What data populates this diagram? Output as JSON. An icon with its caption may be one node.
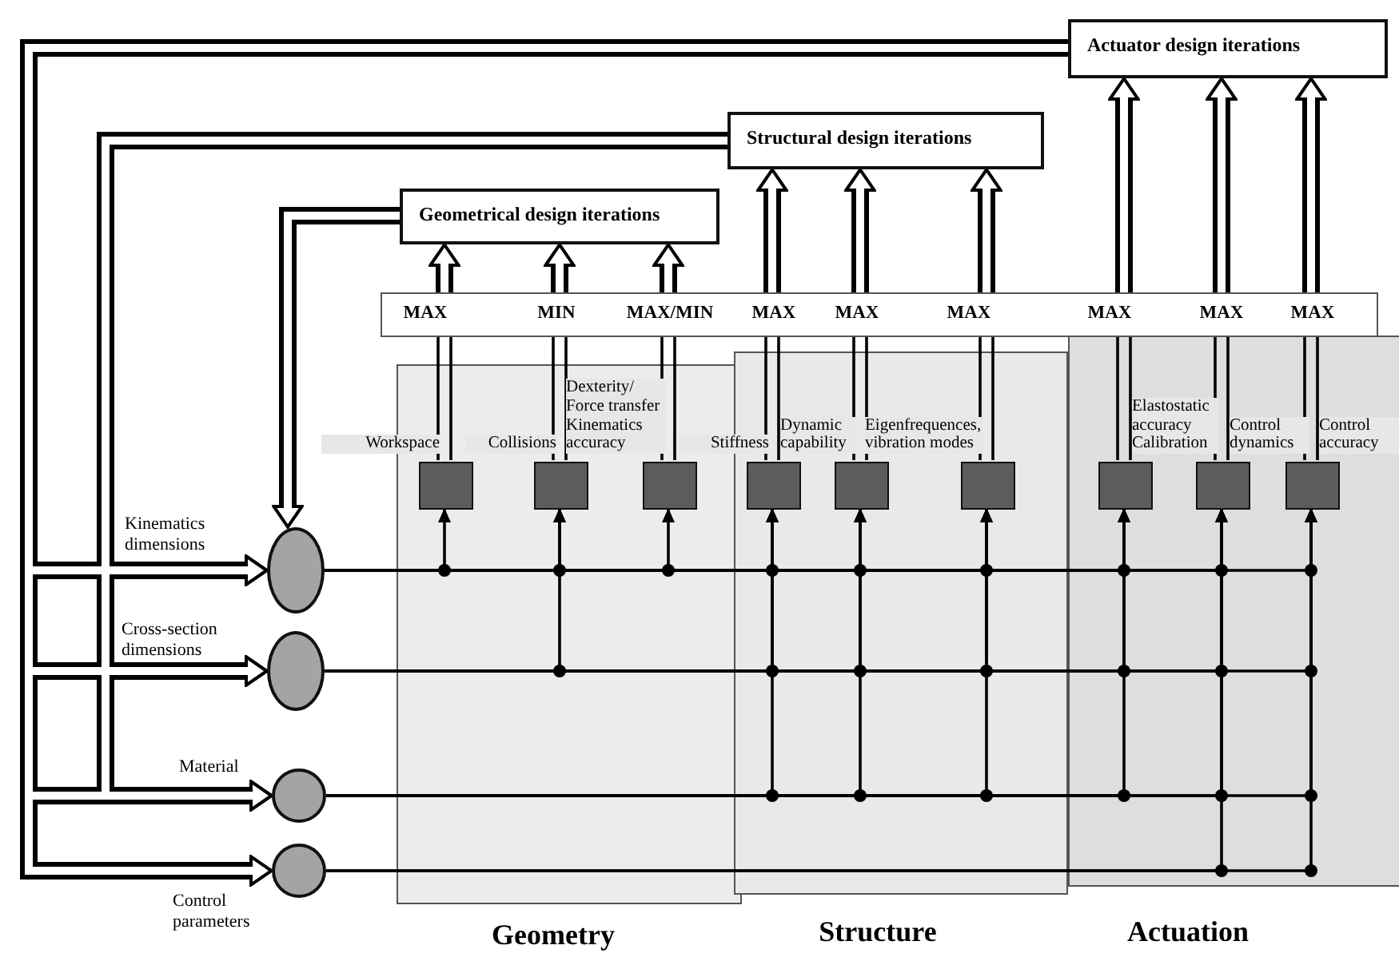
{
  "diagram": {
    "nodes": [
      {
        "text": [
          "Actuator design iterations"
        ]
      },
      {
        "text": [
          "Structural design iterations"
        ]
      },
      {
        "text": [
          "Geometrical design iterations"
        ]
      },
      {
        "text": [
          "MAX",
          "MIN",
          "MAX/MIN",
          "MAX",
          "MAX",
          "MAX",
          "MAX",
          "MAX",
          "MAX"
        ]
      },
      {
        "text": [
          "Geometry"
        ]
      },
      {
        "text": [],
        "shape": "box",
        "in": 4,
        "beside": [
          "Workspace"
        ]
      },
      {
        "text": [],
        "shape": "box",
        "in": 4,
        "beside": [
          "Collisions"
        ]
      },
      {
        "text": [],
        "shape": "box",
        "in": 4,
        "beside": [
          "Dexterity/ Force transfer Kinematics accuracy"
        ]
      },
      {
        "text": [
          "Structure"
        ]
      },
      {
        "text": [],
        "shape": "box",
        "in": 8,
        "beside": [
          "Stiffness"
        ]
      },
      {
        "text": [],
        "shape": "box",
        "in": 8,
        "beside": [
          "Dynamic capability"
        ]
      },
      {
        "text": [],
        "shape": "box",
        "in": 8,
        "beside": [
          "Eigenfrequences, vibration modes"
        ]
      },
      {
        "text": [
          "Actuation"
        ]
      },
      {
        "text": [],
        "shape": "box",
        "in": 12,
        "beside": [
          "Elastostatic accuracy Calibration"
        ]
      },
      {
        "text": [],
        "shape": "box",
        "in": 12,
        "beside": [
          "Control dynamics"
        ]
      },
      {
        "text": [],
        "shape": "box",
        "in": 12,
        "beside": [
          "Control accuracy"
        ]
      },
      {
        "text": [],
        "shape": "ellipse",
        "beside": [
          "Kinematics dimensions"
        ]
      },
      {
        "text": [],
        "shape": "ellipse",
        "beside": [
          "Cross-section dimensions"
        ]
      },
      {
        "text": [],
        "shape": "circle",
        "beside": [
          "Material"
        ]
      },
      {
        "text": [],
        "shape": "circle",
        "beside": [
          "Control parameters"
        ]
      }
    ],
    "edges": [
      {
        "from": 5,
        "to": 3,
        "arrow": "none"
      },
      {
        "from": 6,
        "to": 3,
        "arrow": "none"
      },
      {
        "from": 7,
        "to": 3,
        "arrow": "none"
      },
      {
        "from": 9,
        "to": 3,
        "arrow": "none"
      },
      {
        "from": 10,
        "to": 3,
        "arrow": "none"
      },
      {
        "from": 11,
        "to": 3,
        "arrow": "none"
      },
      {
        "from": 13,
        "to": 3,
        "arrow": "none"
      },
      {
        "from": 14,
        "to": 3,
        "arrow": "none"
      },
      {
        "from": 15,
        "to": 3,
        "arrow": "none"
      },
      {
        "from": 3,
        "to": 2,
        "arrow": "to",
        "style": "thick"
      },
      {
        "from": 3,
        "to": 2,
        "arrow": "to",
        "style": "thick"
      },
      {
        "from": 3,
        "to": 2,
        "arrow": "to",
        "style": "thick"
      },
      {
        "from": 3,
        "to": 1,
        "arrow": "to",
        "style": "thick"
      },
      {
        "from": 3,
        "to": 1,
        "arrow": "to",
        "style": "thick"
      },
      {
        "from": 3,
        "to": 1,
        "arrow": "to",
        "style": "thick"
      },
      {
        "from": 3,
        "to": 0,
        "arrow": "to",
        "style": "thick"
      },
      {
        "from": 3,
        "to": 0,
        "arrow": "to",
        "style": "thick"
      },
      {
        "from": 3,
        "to": 0,
        "arrow": "to",
        "style": "thick"
      },
      {
        "from": 16,
        "to": 5,
        "arrow": "to"
      },
      {
        "from": 16,
        "to": 6,
        "arrow": "to"
      },
      {
        "from": 16,
        "to": 7,
        "arrow": "to"
      },
      {
        "from": 16,
        "to": 9,
        "arrow": "to"
      },
      {
        "from": 16,
        "to": 10,
        "arrow": "to"
      },
      {
        "from": 16,
        "to": 11,
        "arrow": "to"
      },
      {
        "from": 16,
        "to": 13,
        "arrow": "to"
      },
      {
        "from": 16,
        "to": 14,
        "arrow": "to"
      },
      {
        "from": 16,
        "to": 15,
        "arrow": "to"
      },
      {
        "from": 17,
        "to": 6,
        "arrow": "to"
      },
      {
        "from": 17,
        "to": 9,
        "arrow": "to"
      },
      {
        "from": 17,
        "to": 10,
        "arrow": "to"
      },
      {
        "from": 17,
        "to": 11,
        "arrow": "to"
      },
      {
        "from": 17,
        "to": 13,
        "arrow": "to"
      },
      {
        "from": 17,
        "to": 14,
        "arrow": "to"
      },
      {
        "from": 17,
        "to": 15,
        "arrow": "to"
      },
      {
        "from": 18,
        "to": 9,
        "arrow": "to"
      },
      {
        "from": 18,
        "to": 10,
        "arrow": "to"
      },
      {
        "from": 18,
        "to": 11,
        "arrow": "to"
      },
      {
        "from": 18,
        "to": 13,
        "arrow": "to"
      },
      {
        "from": 18,
        "to": 14,
        "arrow": "to"
      },
      {
        "from": 18,
        "to": 15,
        "arrow": "to"
      },
      {
        "from": 19,
        "to": 14,
        "arrow": "to"
      },
      {
        "from": 19,
        "to": 15,
        "arrow": "to"
      },
      {
        "from": 2,
        "to": 16,
        "arrow": "to",
        "style": "thick"
      },
      {
        "from": 1,
        "to": 16,
        "arrow": "to",
        "style": "thick"
      },
      {
        "from": 1,
        "to": 17,
        "arrow": "to",
        "style": "thick"
      },
      {
        "from": 1,
        "to": 18,
        "arrow": "to",
        "style": "thick"
      },
      {
        "from": 0,
        "to": 16,
        "arrow": "to",
        "style": "thick"
      },
      {
        "from": 0,
        "to": 17,
        "arrow": "to",
        "style": "thick"
      },
      {
        "from": 0,
        "to": 18,
        "arrow": "to",
        "style": "thick"
      },
      {
        "from": 0,
        "to": 19,
        "arrow": "to",
        "style": "thick"
      }
    ]
  }
}
